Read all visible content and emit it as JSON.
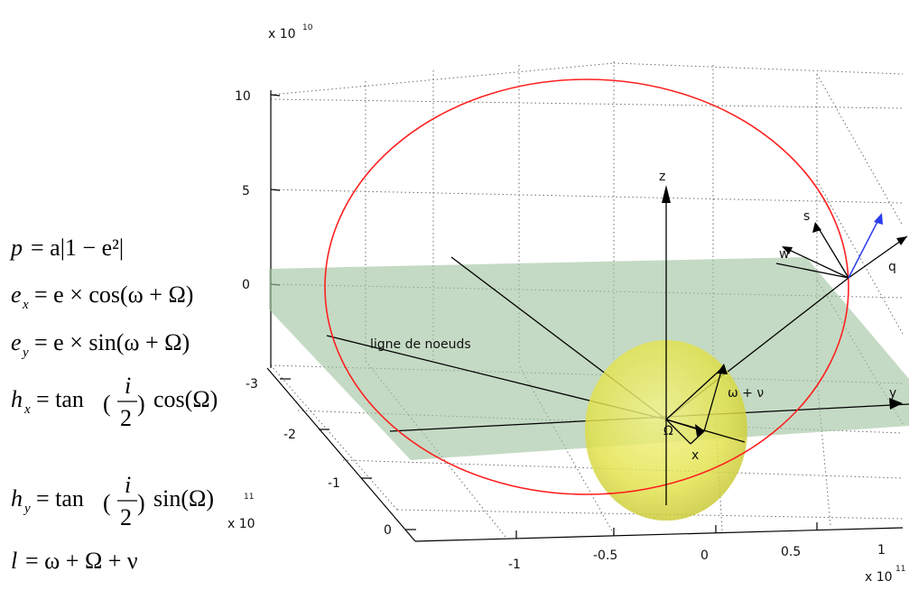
{
  "plot": {
    "z_exponent_label": "x 10",
    "z_exponent_power": "10",
    "x_exponent_label": "x 10",
    "x_exponent_power": "11",
    "y_exponent_label": "x 10",
    "y_exponent_power": "11",
    "z_ticks": [
      "10",
      "5",
      "0"
    ],
    "y_ticks": [
      "-3",
      "-2",
      "-1",
      "0"
    ],
    "x_ticks": [
      "-1",
      "-0.5",
      "0",
      "0.5",
      "1"
    ],
    "labels": {
      "node_line": "ligne de noeuds",
      "z_axis": "z",
      "y_axis": "y",
      "x_axis": "x",
      "omega_nu": "ω + ν",
      "Omega": "Ω",
      "s_vec": "s",
      "w_vec": "w",
      "q_vec": "q"
    },
    "colors": {
      "orbit": "#ff2020",
      "plane": "#9fc49f",
      "sphere": "#e8e84a",
      "velocity_vector": "#2a3cf0"
    }
  },
  "equations": {
    "p": {
      "lhs": "p",
      "rhs": "= a|1 − e²|"
    },
    "ex": {
      "lhs": "e",
      "sub": "x",
      "rhs": "= e × cos(ω + Ω)"
    },
    "ey": {
      "lhs": "e",
      "sub": "y",
      "rhs": "= e × sin(ω + Ω)"
    },
    "hx": {
      "lhs": "h",
      "sub": "x",
      "rhs_pre": "= tan",
      "frac_num": "i",
      "frac_den": "2",
      "rhs_post": "cos(Ω)"
    },
    "hy": {
      "lhs": "h",
      "sub": "y",
      "rhs_pre": "= tan",
      "frac_num": "i",
      "frac_den": "2",
      "rhs_post": "sin(Ω)"
    },
    "l": {
      "lhs": "l",
      "rhs": "= ω + Ω + ν"
    }
  }
}
